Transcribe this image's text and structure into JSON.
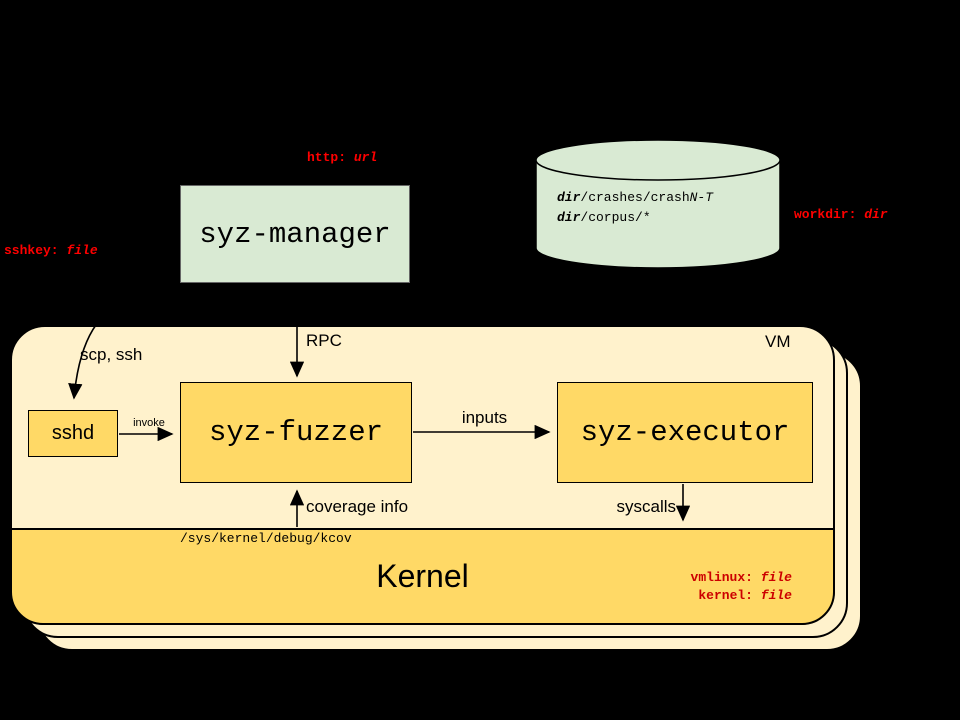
{
  "colors": {
    "background": "#000000",
    "green_box": "#d9ead3",
    "vm_panel": "#fff2cc",
    "kernel_yellow": "#ffd966",
    "annotation_red": "#ff0000",
    "annotation_dark_red": "#cc0000"
  },
  "manager": {
    "label": "syz-manager"
  },
  "annotations": {
    "http": {
      "key": "http:",
      "value": "url"
    },
    "sshkey": {
      "key": "sshkey:",
      "value": "file"
    },
    "workdir": {
      "key": "workdir:",
      "value": "dir"
    },
    "vmlinux": {
      "key": "vmlinux:",
      "value": "file"
    },
    "kernel": {
      "key": "kernel:",
      "value": "file"
    }
  },
  "storage": {
    "dir": "dir",
    "line1_path": "/crashes/crash",
    "line1_var": "N-T",
    "line2_path": "/corpus/*"
  },
  "vm": {
    "label": "VM",
    "scp_ssh": "scp, ssh",
    "rpc": "RPC",
    "sshd": "sshd",
    "fuzzer": "syz-fuzzer",
    "executor": "syz-executor",
    "invoke": "invoke",
    "inputs": "inputs",
    "coverage": "coverage info",
    "syscalls": "syscalls"
  },
  "kernel_band": {
    "label": "Kernel",
    "kcov": "/sys/kernel/debug/kcov"
  }
}
